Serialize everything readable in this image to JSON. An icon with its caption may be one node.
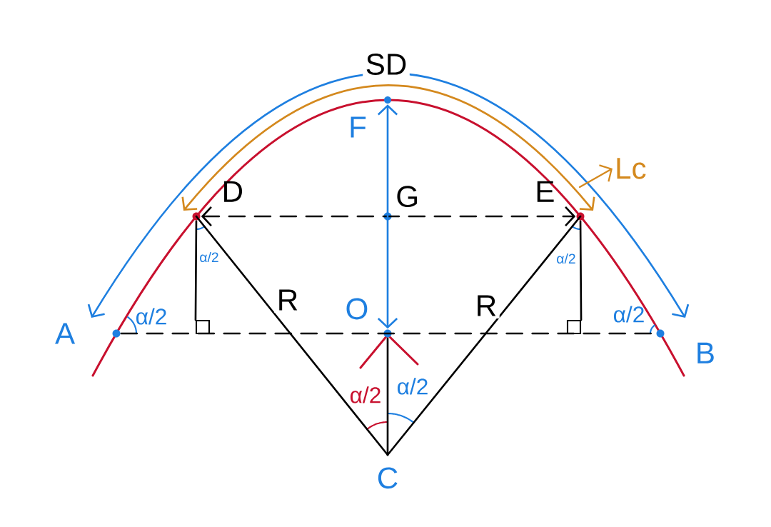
{
  "diagram": {
    "nodes": [
      {
        "text": [
          "A"
        ]
      },
      {
        "text": [
          "B"
        ]
      },
      {
        "text": [
          "D"
        ]
      },
      {
        "text": [
          "E"
        ]
      },
      {
        "text": [
          "G"
        ]
      },
      {
        "text": [
          "O"
        ]
      },
      {
        "text": [
          "C"
        ]
      },
      {
        "text": [],
        "shape": "circle"
      },
      {
        "text": [
          "Lc"
        ]
      },
      {
        "text": [],
        "shape": "box"
      },
      {
        "text": [],
        "shape": "box"
      }
    ],
    "edges": [
      {
        "from": 0,
        "to": 1,
        "arrow": "both",
        "label": "SD",
        "color": "#1e7fe0"
      },
      {
        "from": 2,
        "to": 3,
        "arrow": "both",
        "color": "#d4891e"
      },
      {
        "from": 2,
        "to": 3,
        "arrow": "both",
        "style": "dashed"
      },
      {
        "from": 0,
        "to": 1,
        "arrow": "none",
        "style": "dashed"
      },
      {
        "from": 5,
        "to": 7,
        "arrow": "both",
        "label": "F",
        "color": "#1e7fe0"
      },
      {
        "from": 6,
        "to": 2,
        "arrow": "none",
        "label": "R"
      },
      {
        "from": 6,
        "to": 3,
        "arrow": "none",
        "label": "R"
      },
      {
        "from": 6,
        "to": 5,
        "arrow": "none"
      },
      {
        "from": null,
        "to": 8,
        "arrow": "to",
        "color": "#d4891e"
      },
      {
        "from": 2,
        "to": 9,
        "arrow": "none"
      },
      {
        "from": 3,
        "to": 10,
        "arrow": "none"
      }
    ],
    "labels": [
      "α/2",
      "α/2",
      "α/2",
      "α/2",
      "α/2",
      "α/2"
    ]
  }
}
